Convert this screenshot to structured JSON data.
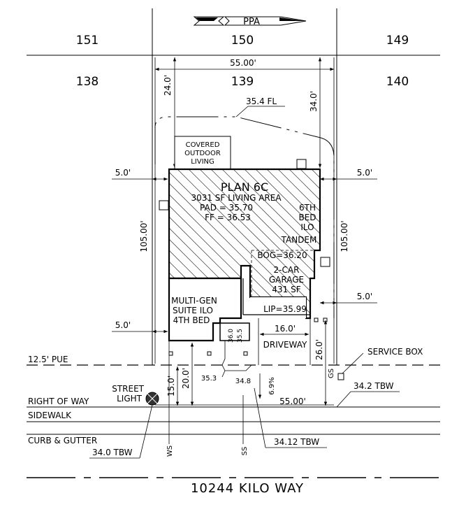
{
  "north_arrow": {
    "label": "PPA",
    "icon": "north-arrow-icon"
  },
  "lots": {
    "top": [
      "151",
      "150",
      "149"
    ],
    "middle": [
      "138",
      "139",
      "140"
    ]
  },
  "dimensions": {
    "lot_width_top": "55.00'",
    "lot_width_bottom": "55.00'",
    "rear_setback": "24.0'",
    "rear_right": "34.0'",
    "lot_depth_left": "105.00'",
    "lot_depth_right": "105.00'",
    "side_left_top": "5.0'",
    "side_right_top": "5.0'",
    "side_left_bottom": "5.0'",
    "side_right_bottom": "5.0'",
    "driveway_width": "16.0'",
    "front_setback_right": "26.0'",
    "front_setback_left": "20.0'",
    "pue_to_row": "15.0'",
    "slope": "6.9%"
  },
  "labels": {
    "flowline": "35.4 FL",
    "covered_outdoor": [
      "COVERED",
      "OUTDOOR",
      "LIVING"
    ],
    "plan_name": "PLAN 6C",
    "living_area": "3031 SF LIVING AREA",
    "pad": "PAD = 35.70",
    "ff": "FF = 36.53",
    "sixth_bed": [
      "6TH",
      "BED",
      "ILO",
      "TANDEM"
    ],
    "bog": "BOG=36.20",
    "garage": [
      "2-CAR",
      "GARAGE",
      "431 SF"
    ],
    "lip": "LIP=35.99",
    "multi_gen": [
      "MULTI-GEN",
      "SUITE ILO",
      "4TH BED"
    ],
    "elev_36_0": "36.0",
    "elev_35_5": "35.5",
    "elev_35_3": "35.3",
    "elev_34_8": "34.8",
    "driveway": "DRIVEWAY",
    "pue": "12.5' PUE",
    "service_box": "SERVICE BOX",
    "tbw_right": "34.2 TBW",
    "street_light": [
      "STREET",
      "LIGHT"
    ],
    "right_of_way": "RIGHT OF WAY",
    "sidewalk": "SIDEWALK",
    "curb_gutter": "CURB & GUTTER",
    "tbw_left": "34.0 TBW",
    "tbw_center": "34.12 TBW",
    "ws": "WS",
    "ss": "SS",
    "gs": "GS",
    "street_name": "10244 KILO WAY"
  }
}
